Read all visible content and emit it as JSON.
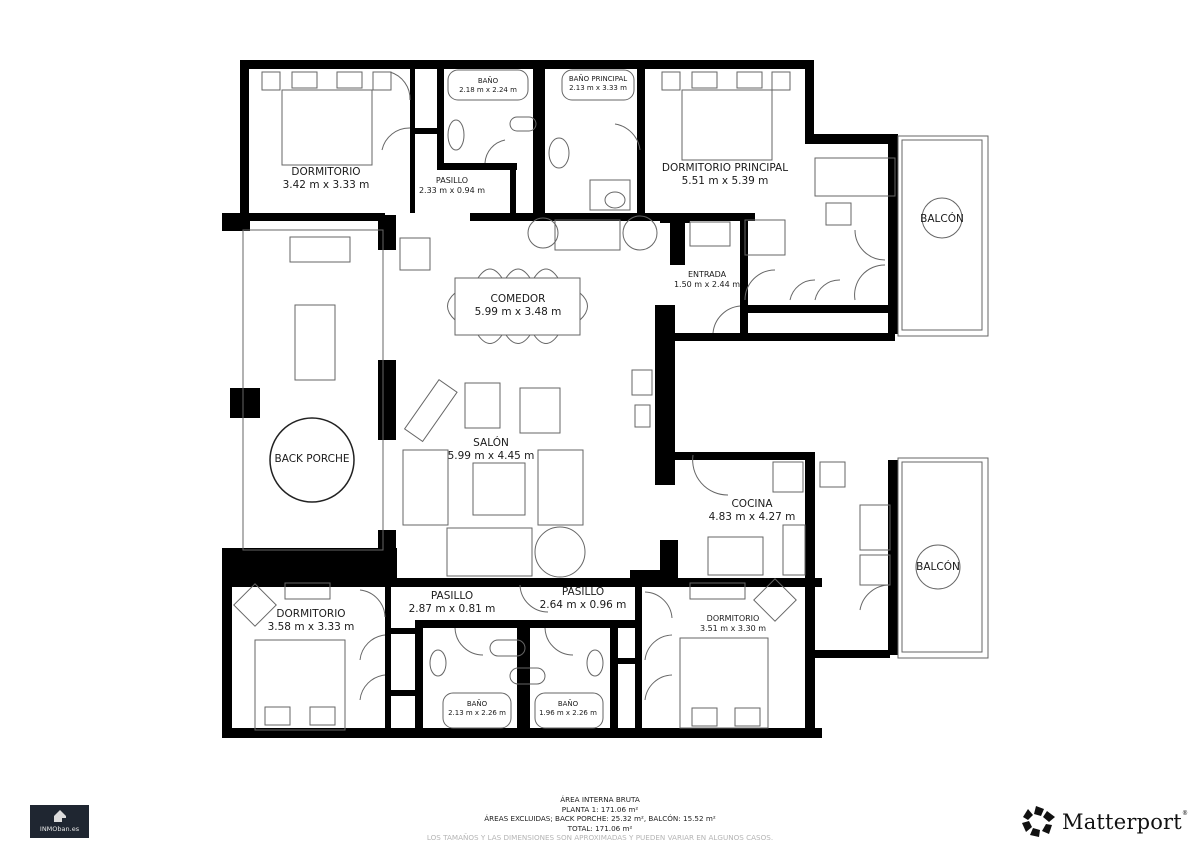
{
  "floorplan": {
    "rooms": [
      {
        "id": "dormitorio-nw",
        "name": "DORMITORIO",
        "dims": "3.42 m x 3.33 m"
      },
      {
        "id": "bano-n",
        "name": "BAÑO",
        "dims": "2.18 m x 2.24 m"
      },
      {
        "id": "bano-principal",
        "name": "BAÑO PRINCIPAL",
        "dims": "2.13 m x 3.33 m"
      },
      {
        "id": "dormitorio-principal",
        "name": "DORMITORIO PRINCIPAL",
        "dims": "5.51 m x 5.39 m"
      },
      {
        "id": "pasillo-n",
        "name": "PASILLO",
        "dims": "2.33 m x 0.94 m"
      },
      {
        "id": "entrada",
        "name": "ENTRADA",
        "dims": "1.50 m x 2.44 m"
      },
      {
        "id": "comedor",
        "name": "COMEDOR",
        "dims": "5.99 m x 3.48 m"
      },
      {
        "id": "salon",
        "name": "SALÓN",
        "dims": "5.99 m x 4.45 m"
      },
      {
        "id": "cocina",
        "name": "COCINA",
        "dims": "4.83 m x 4.27 m"
      },
      {
        "id": "dormitorio-sw",
        "name": "DORMITORIO",
        "dims": "3.58 m x 3.33 m"
      },
      {
        "id": "pasillo-s1",
        "name": "PASILLO",
        "dims": "2.87 m x 0.81 m"
      },
      {
        "id": "pasillo-s2",
        "name": "PASILLO",
        "dims": "2.64 m x 0.96 m"
      },
      {
        "id": "dormitorio-se",
        "name": "DORMITORIO",
        "dims": "3.51 m x 3.30 m"
      },
      {
        "id": "bano-s1",
        "name": "BAÑO",
        "dims": "2.13 m x 2.26 m"
      },
      {
        "id": "bano-s2",
        "name": "BAÑO",
        "dims": "1.96 m x 2.26 m"
      }
    ],
    "outdoor": [
      {
        "id": "back-porche",
        "name": "BACK PORCHE"
      },
      {
        "id": "balcon-ne",
        "name": "BALCÓN"
      },
      {
        "id": "balcon-e",
        "name": "BALCÓN"
      }
    ]
  },
  "footer": {
    "title": "ÁREA INTERNA BRUTA",
    "line1": "PLANTA 1: 171.06 m²",
    "line2": "ÁREAS EXCLUIDAS; BACK PORCHE: 25.32 m², BALCÓN: 15.52 m²",
    "line3": "TOTAL: 171.06 m²",
    "disclaimer": "LOS TAMAÑOS Y LAS DIMENSIONES SON APROXIMADAS Y PUEDEN VARIAR EN ALGUNOS CASOS."
  },
  "branding": {
    "agency": "INMOban.es",
    "vendor": "Matterport",
    "vendor_mark": "®"
  },
  "colors": {
    "wall": "#000000",
    "line": "#666666",
    "logo_bg": "#1f2631"
  }
}
